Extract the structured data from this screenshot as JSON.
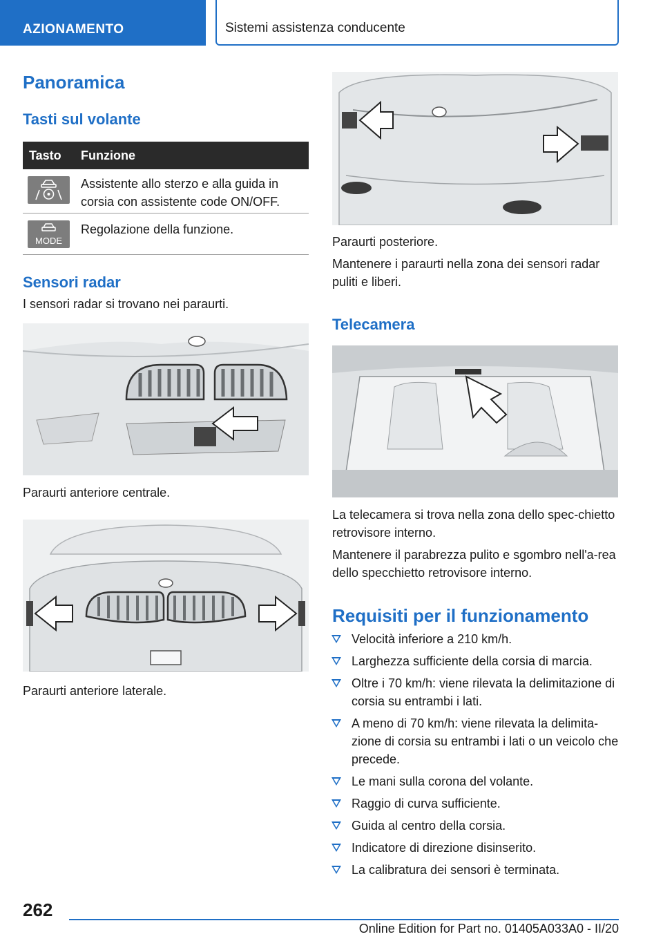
{
  "header": {
    "section": "AZIONAMENTO",
    "chapter": "Sistemi assistenza conducente"
  },
  "left": {
    "title": "Panoramica",
    "subtitle": "Tasti sul volante",
    "table": {
      "col_key": "Tasto",
      "col_function": "Funzione",
      "rows": [
        {
          "icon": "lane-assist-steering-icon",
          "text": "Assistente allo sterzo e alla guida in corsia con assistente code ON/OFF."
        },
        {
          "icon": "mode-button-icon",
          "icon_label": "MODE",
          "text": "Regolazione della funzione."
        }
      ]
    },
    "radar_heading": "Sensori radar",
    "radar_text": "I sensori radar si trovano nei paraurti.",
    "caption_front_center": "Paraurti anteriore centrale.",
    "caption_front_side": "Paraurti anteriore laterale."
  },
  "right": {
    "caption_rear": "Paraurti posteriore.",
    "rear_text": "Mantenere i paraurti nella zona dei sensori radar puliti e liberi.",
    "camera_heading": "Telecamera",
    "camera_text1": "La telecamera si trova nella zona dello spec-chietto retrovisore interno.",
    "camera_text2": "Mantenere il parabrezza pulito e sgombro nell'a-rea dello specchietto retrovisore interno.",
    "requirements_heading": "Requisiti per il funzionamento",
    "requirements": [
      "Velocità inferiore a 210 km/h.",
      "Larghezza sufficiente della corsia di marcia.",
      "Oltre i 70 km/h: viene rilevata la delimitazione di corsia su entrambi i lati.",
      "A meno di 70 km/h: viene rilevata la delimita-zione di corsia su entrambi i lati o un veicolo che precede.",
      "Le mani sulla corona del volante.",
      "Raggio di curva sufficiente.",
      "Guida al centro della corsia.",
      "Indicatore di direzione disinserito.",
      "La calibratura dei sensori è terminata."
    ]
  },
  "footer": {
    "page_number": "262",
    "edition": "Online Edition for Part no. 01405A033A0 - II/20"
  },
  "colors": {
    "accent": "#1f6fc6",
    "table_header": "#2a2a2a"
  }
}
